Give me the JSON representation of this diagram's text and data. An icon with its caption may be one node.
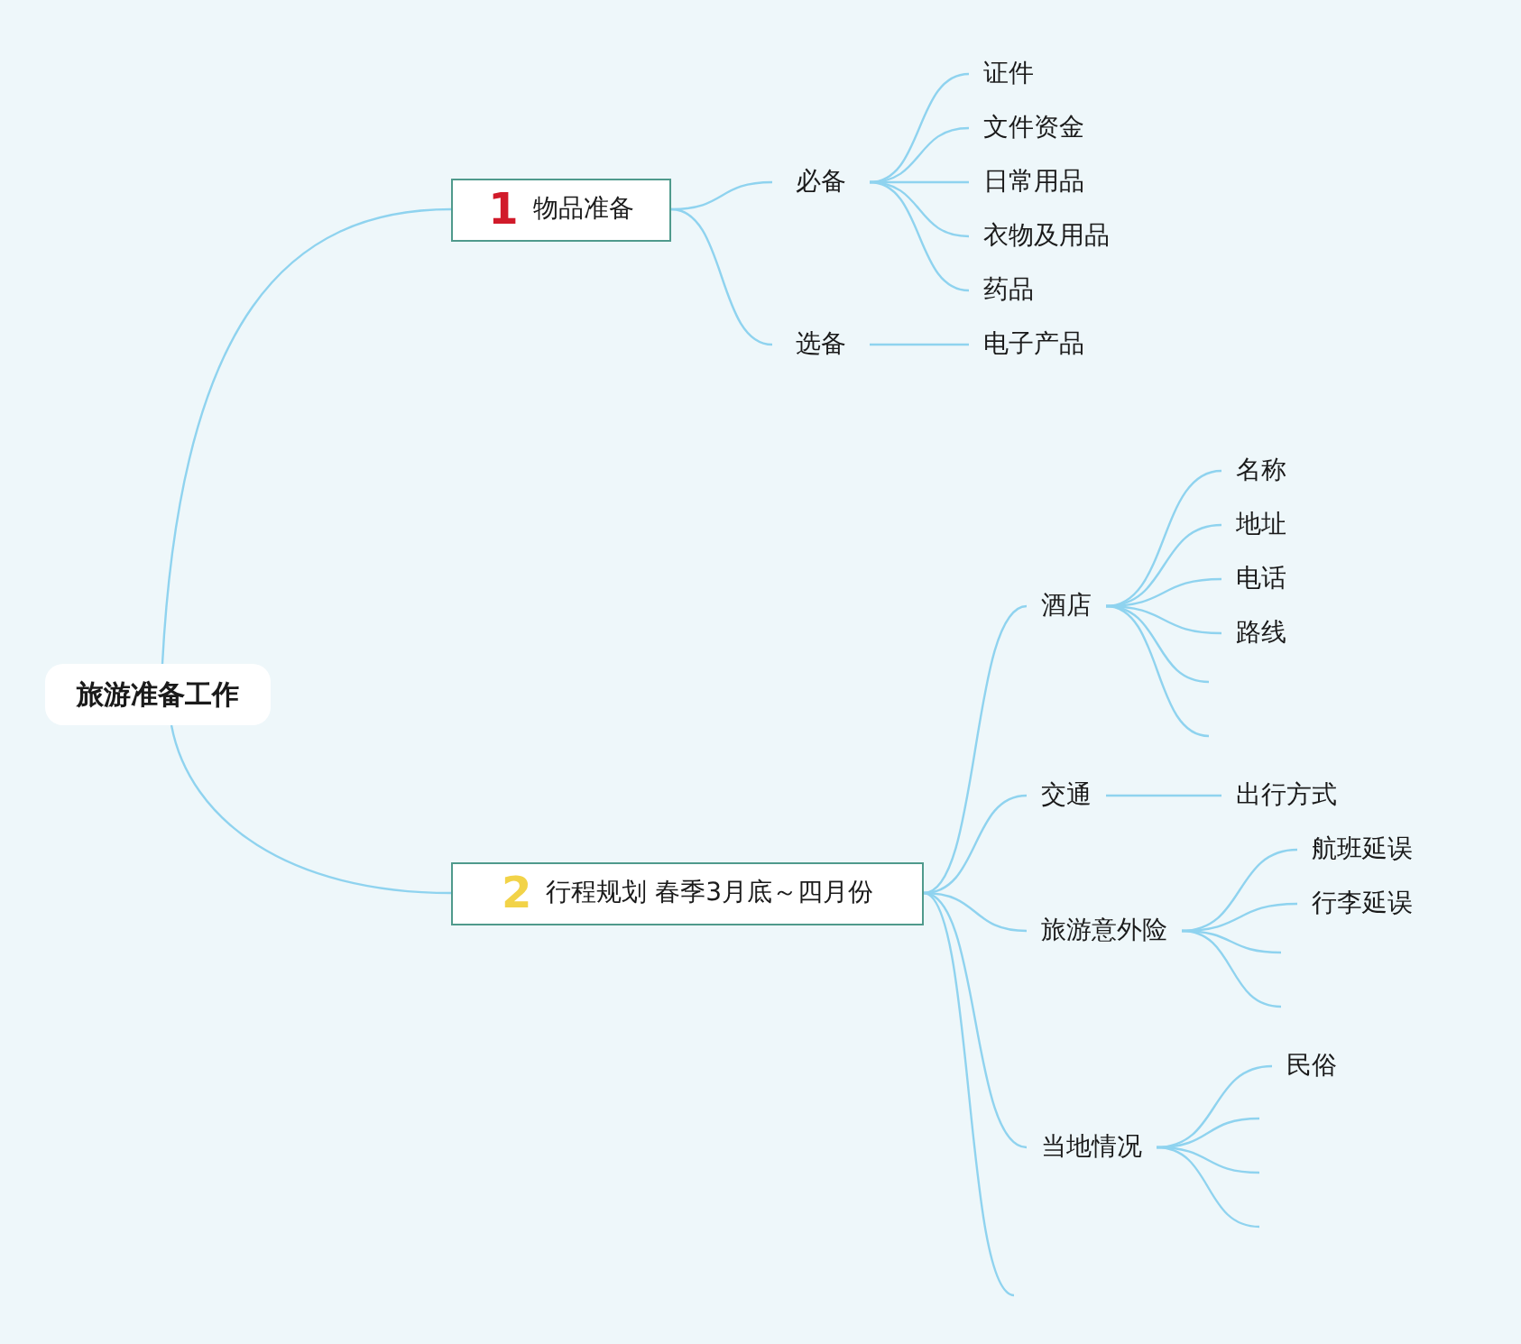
{
  "diagram": {
    "nodes": [
      {
        "text": [
          "旅游准备工作"
        ]
      },
      {
        "text": [
          "1",
          "物品准备"
        ]
      },
      {
        "text": [
          "必备"
        ]
      },
      {
        "text": [
          "选备"
        ]
      },
      {
        "text": [
          "证件"
        ]
      },
      {
        "text": [
          "文件资金"
        ]
      },
      {
        "text": [
          "日常用品"
        ]
      },
      {
        "text": [
          "衣物及用品"
        ]
      },
      {
        "text": [
          "药品"
        ]
      },
      {
        "text": [
          "电子产品"
        ]
      },
      {
        "text": [
          "2",
          "行程规划 春季3月底～四月份"
        ]
      },
      {
        "text": [
          "酒店"
        ]
      },
      {
        "text": [
          "交通"
        ]
      },
      {
        "text": [
          "旅游意外险"
        ]
      },
      {
        "text": [
          "当地情况"
        ]
      },
      {
        "text": [
          "名称"
        ]
      },
      {
        "text": [
          "地址"
        ]
      },
      {
        "text": [
          "电话"
        ]
      },
      {
        "text": [
          "路线"
        ]
      },
      {
        "text": [
          "出行方式"
        ]
      },
      {
        "text": [
          "航班延误"
        ]
      },
      {
        "text": [
          "行李延误"
        ]
      },
      {
        "text": [
          "民俗"
        ]
      }
    ],
    "edges": [
      {
        "from": 0,
        "to": 1,
        "arrow": "none"
      },
      {
        "from": 0,
        "to": 10,
        "arrow": "none"
      },
      {
        "from": 1,
        "to": 2,
        "arrow": "none"
      },
      {
        "from": 1,
        "to": 3,
        "arrow": "none"
      },
      {
        "from": 2,
        "to": 4,
        "arrow": "none"
      },
      {
        "from": 2,
        "to": 5,
        "arrow": "none"
      },
      {
        "from": 2,
        "to": 6,
        "arrow": "none"
      },
      {
        "from": 2,
        "to": 7,
        "arrow": "none"
      },
      {
        "from": 2,
        "to": 8,
        "arrow": "none"
      },
      {
        "from": 3,
        "to": 9,
        "arrow": "none"
      },
      {
        "from": 10,
        "to": 11,
        "arrow": "none"
      },
      {
        "from": 10,
        "to": 12,
        "arrow": "none"
      },
      {
        "from": 10,
        "to": 13,
        "arrow": "none"
      },
      {
        "from": 10,
        "to": 14,
        "arrow": "none"
      },
      {
        "from": 10,
        "to": null,
        "arrow": "none"
      },
      {
        "from": 11,
        "to": 15,
        "arrow": "none"
      },
      {
        "from": 11,
        "to": 16,
        "arrow": "none"
      },
      {
        "from": 11,
        "to": 17,
        "arrow": "none"
      },
      {
        "from": 11,
        "to": 18,
        "arrow": "none"
      },
      {
        "from": 11,
        "to": null,
        "arrow": "none"
      },
      {
        "from": 11,
        "to": null,
        "arrow": "none"
      },
      {
        "from": 12,
        "to": 19,
        "arrow": "none"
      },
      {
        "from": 13,
        "to": 20,
        "arrow": "none"
      },
      {
        "from": 13,
        "to": 21,
        "arrow": "none"
      },
      {
        "from": 13,
        "to": null,
        "arrow": "none"
      },
      {
        "from": 13,
        "to": null,
        "arrow": "none"
      },
      {
        "from": 14,
        "to": 22,
        "arrow": "none"
      },
      {
        "from": 14,
        "to": null,
        "arrow": "none"
      },
      {
        "from": 14,
        "to": null,
        "arrow": "none"
      },
      {
        "from": 14,
        "to": null,
        "arrow": "none"
      }
    ]
  }
}
